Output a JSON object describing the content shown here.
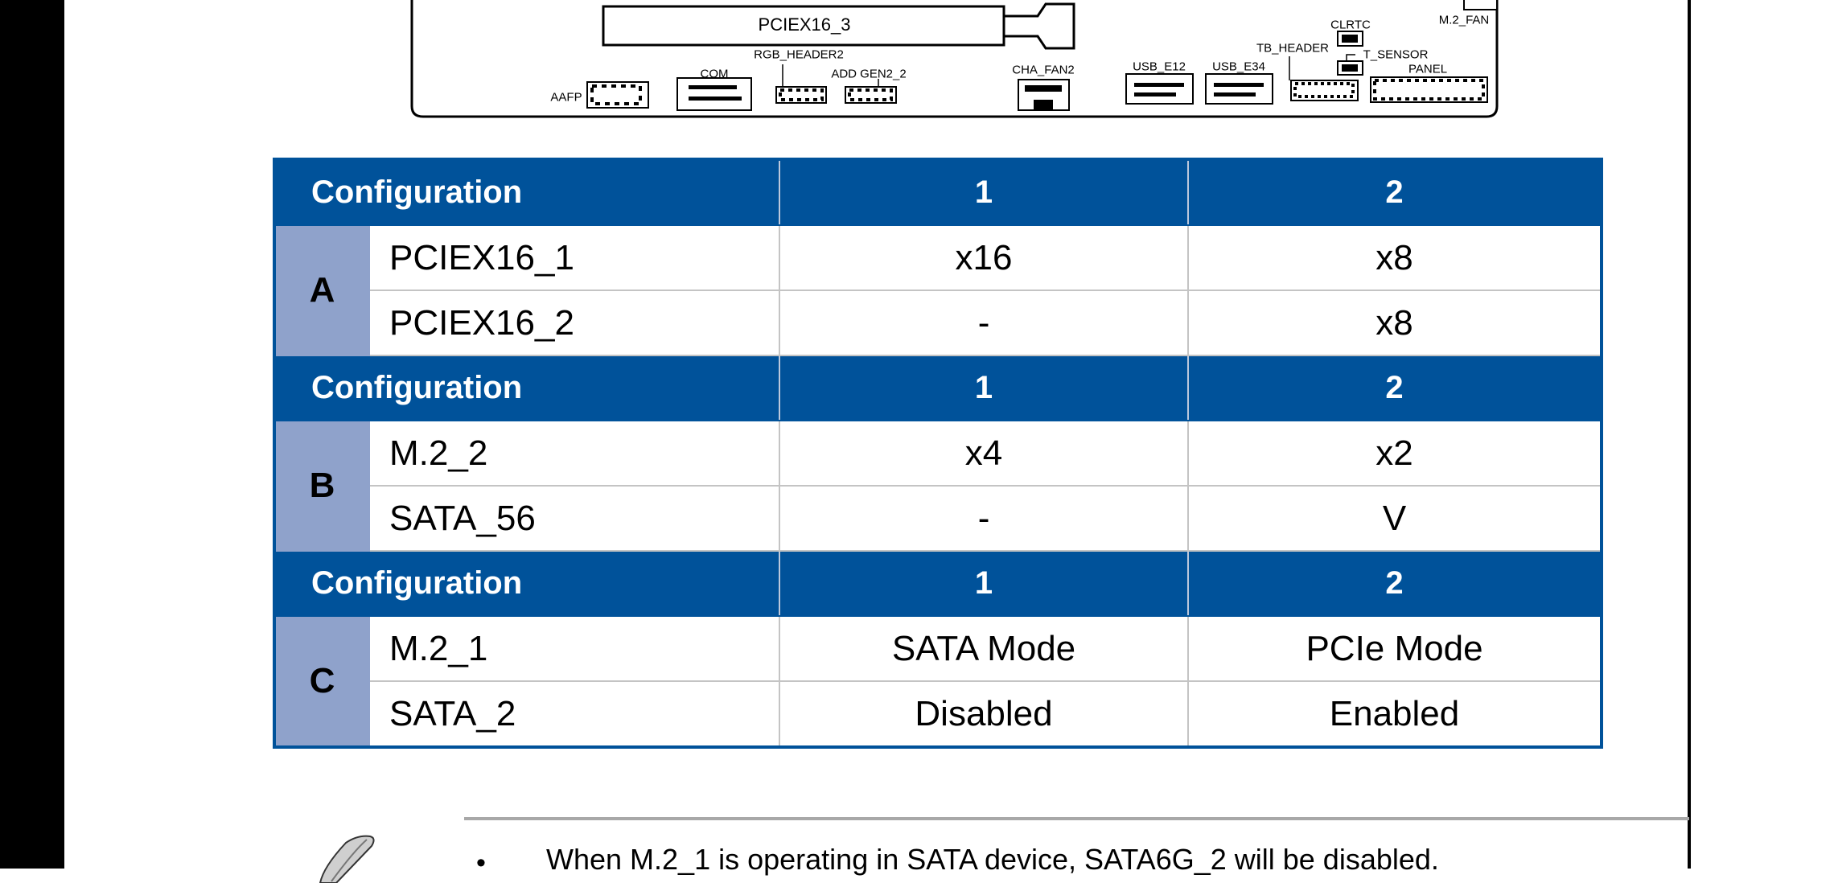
{
  "diagram": {
    "slot_label": "PCIEX16_3",
    "labels": {
      "rgb_header2": "RGB_HEADER2",
      "com": "COM",
      "add_gen2_2": "ADD GEN2_2",
      "aafp": "AAFP",
      "cha_fan2": "CHA_FAN2",
      "usb_e12": "USB_E12",
      "usb_e34": "USB_E34",
      "tb_header": "TB_HEADER",
      "clrtc": "CLRTC",
      "t_sensor": "T_SENSOR",
      "panel": "PANEL",
      "m2_fan": "M.2_FAN"
    }
  },
  "table": {
    "sections": [
      {
        "header": [
          "Configuration",
          "1",
          "2"
        ],
        "letter": "A",
        "rows": [
          [
            "PCIEX16_1",
            "x16",
            "x8"
          ],
          [
            "PCIEX16_2",
            "-",
            "x8"
          ]
        ]
      },
      {
        "header": [
          "Configuration",
          "1",
          "2"
        ],
        "letter": "B",
        "rows": [
          [
            "M.2_2",
            "x4",
            "x2"
          ],
          [
            "SATA_56",
            "-",
            "V"
          ]
        ]
      },
      {
        "header": [
          "Configuration",
          "1",
          "2"
        ],
        "letter": "C",
        "rows": [
          [
            "M.2_1",
            "SATA Mode",
            "PCIe Mode"
          ],
          [
            "SATA_2",
            "Disabled",
            "Enabled"
          ]
        ]
      }
    ]
  },
  "note": {
    "bullet": "•",
    "text": "When M.2_1 is operating in SATA device, SATA6G_2 will be disabled."
  },
  "colors": {
    "header_blue": "#00529a",
    "letter_cell": "#8fa2cb"
  }
}
